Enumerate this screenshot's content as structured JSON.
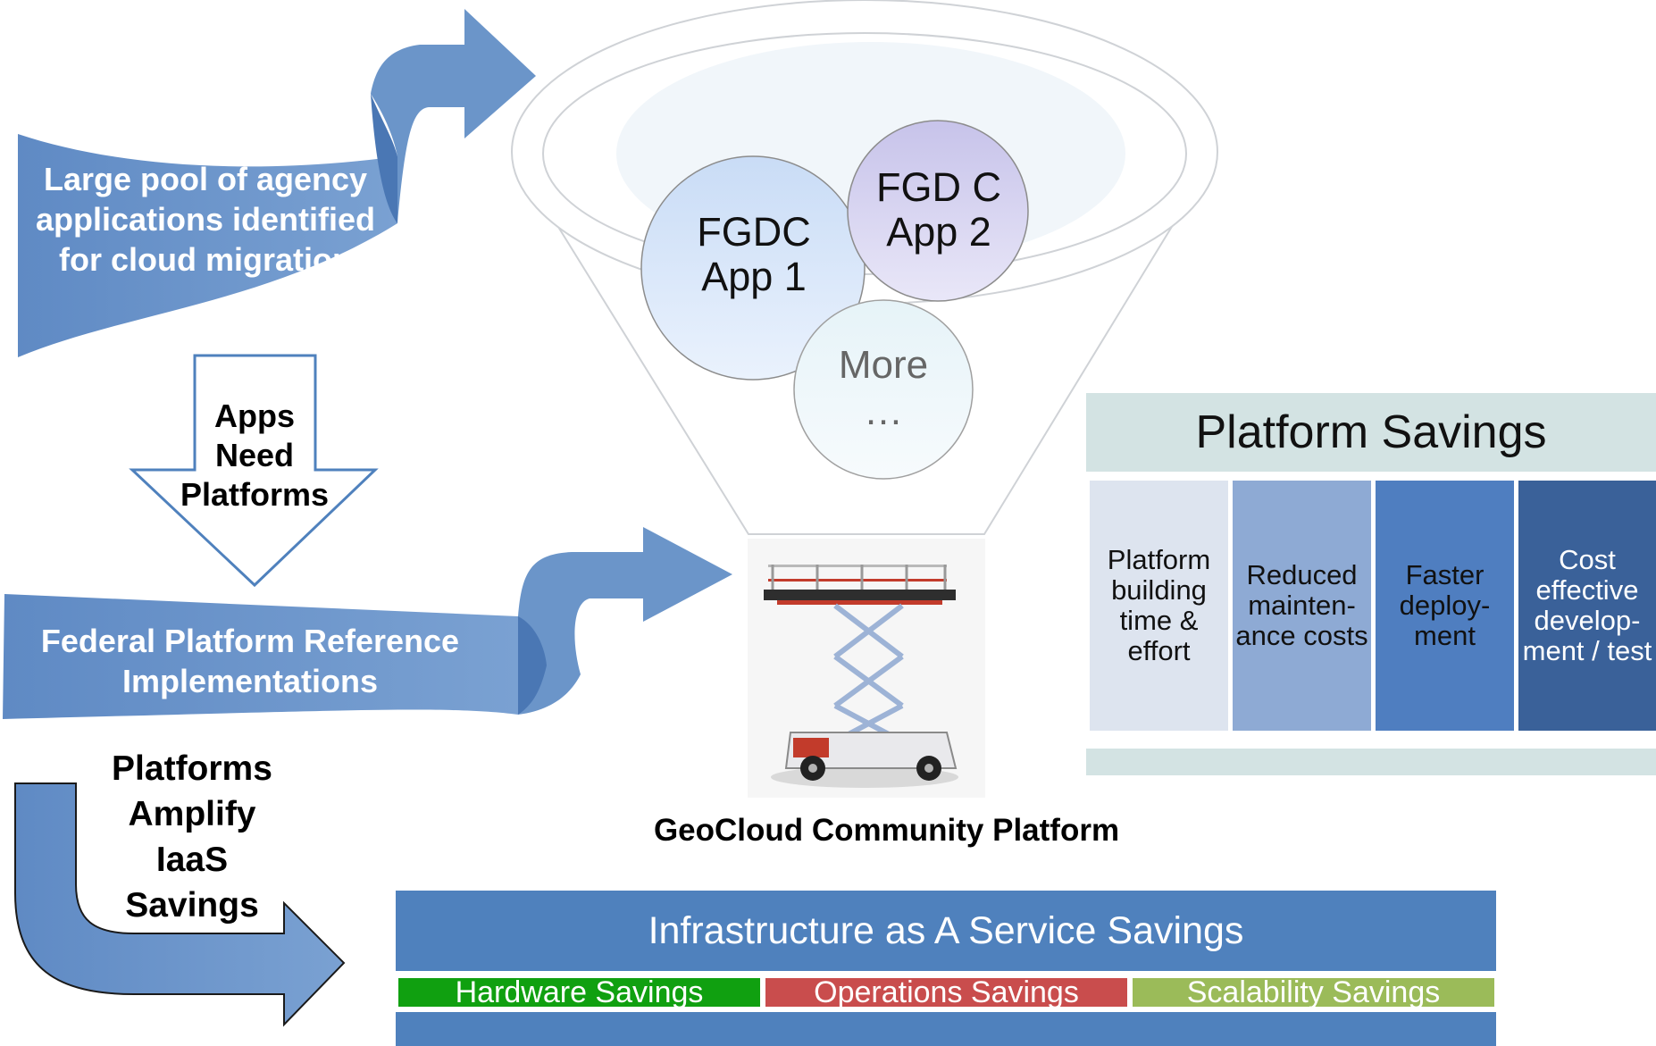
{
  "left_flow": {
    "pool_text": "Large pool of agency applications identified for cloud migration",
    "apps_need_text": "Apps Need Platforms",
    "federal_text": "Federal Platform Reference Implementations",
    "amplify_text": "Platforms Amplify IaaS Savings"
  },
  "funnel": {
    "bubbles": [
      {
        "label": "FGDC App 1"
      },
      {
        "label": "FGD C App 2"
      },
      {
        "label": "More …"
      }
    ],
    "platform_caption": "GeoCloud Community Platform"
  },
  "platform_savings": {
    "title": "Platform Savings",
    "items": [
      {
        "label": "Platform building time & effort",
        "color": "#dde4ef"
      },
      {
        "label": "Reduced mainten- ance costs",
        "color": "#8eaad4"
      },
      {
        "label": "Faster deploy- ment",
        "color": "#4f7ec0"
      },
      {
        "label": "Cost effective develop- ment / test",
        "color": "#3a6199"
      }
    ]
  },
  "iaas": {
    "title": "Infrastructure as A Service Savings",
    "items": [
      {
        "label": "Hardware Savings",
        "color": "#10a010"
      },
      {
        "label": "Operations Savings",
        "color": "#c94d4d"
      },
      {
        "label": "Scalability Savings",
        "color": "#9bbb59"
      }
    ]
  },
  "colors": {
    "arrow_blue": "#6b95c9",
    "arrow_blue_dark": "#4a77b4",
    "iaas_blue": "#4f81bd",
    "savings_header": "#d3e3e3"
  }
}
